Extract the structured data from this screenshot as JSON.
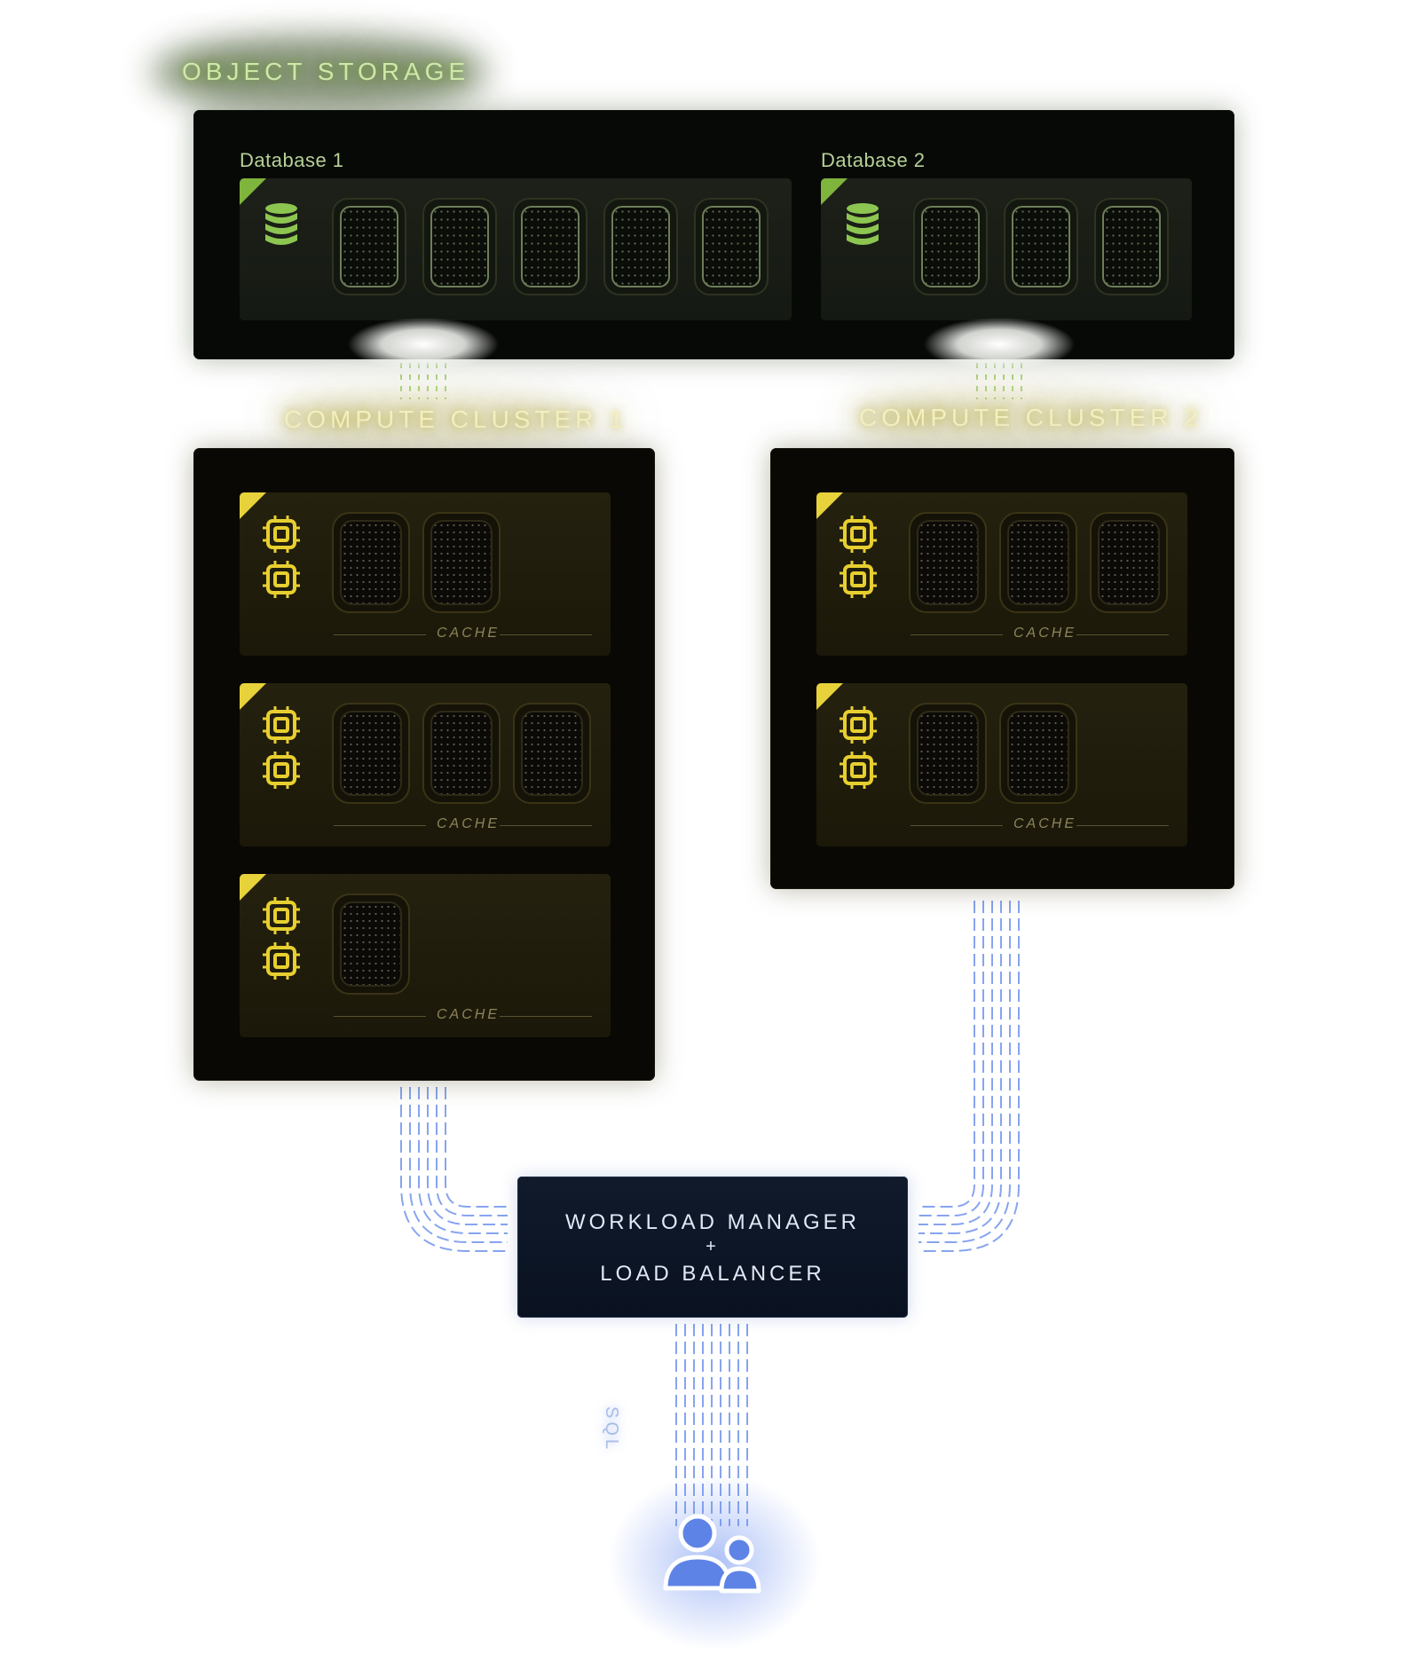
{
  "object_storage": {
    "title": "OBJECT STORAGE",
    "databases": [
      {
        "label": "Database 1",
        "icon": "database-icon",
        "shard_count": 5
      },
      {
        "label": "Database 2",
        "icon": "database-icon",
        "shard_count": 3
      }
    ]
  },
  "clusters": [
    {
      "title": "COMPUTE CLUSTER 1",
      "nodes": [
        {
          "icon": "cpu-chip-icon",
          "cache_label": "CACHE",
          "cache_slots": 2
        },
        {
          "icon": "cpu-chip-icon",
          "cache_label": "CACHE",
          "cache_slots": 3
        },
        {
          "icon": "cpu-chip-icon",
          "cache_label": "CACHE",
          "cache_slots": 1
        }
      ]
    },
    {
      "title": "COMPUTE CLUSTER 2",
      "nodes": [
        {
          "icon": "cpu-chip-icon",
          "cache_label": "CACHE",
          "cache_slots": 3
        },
        {
          "icon": "cpu-chip-icon",
          "cache_label": "CACHE",
          "cache_slots": 2
        }
      ]
    }
  ],
  "workload_manager": {
    "line1": "WORKLOAD MANAGER",
    "plus": "+",
    "line2": "LOAD BALANCER"
  },
  "sql_label": "SQL",
  "users_icon": "users-icon",
  "colors": {
    "storage_accent": "#7fb43d",
    "compute_accent": "#e8d23c",
    "network_accent": "#6f93e8"
  }
}
